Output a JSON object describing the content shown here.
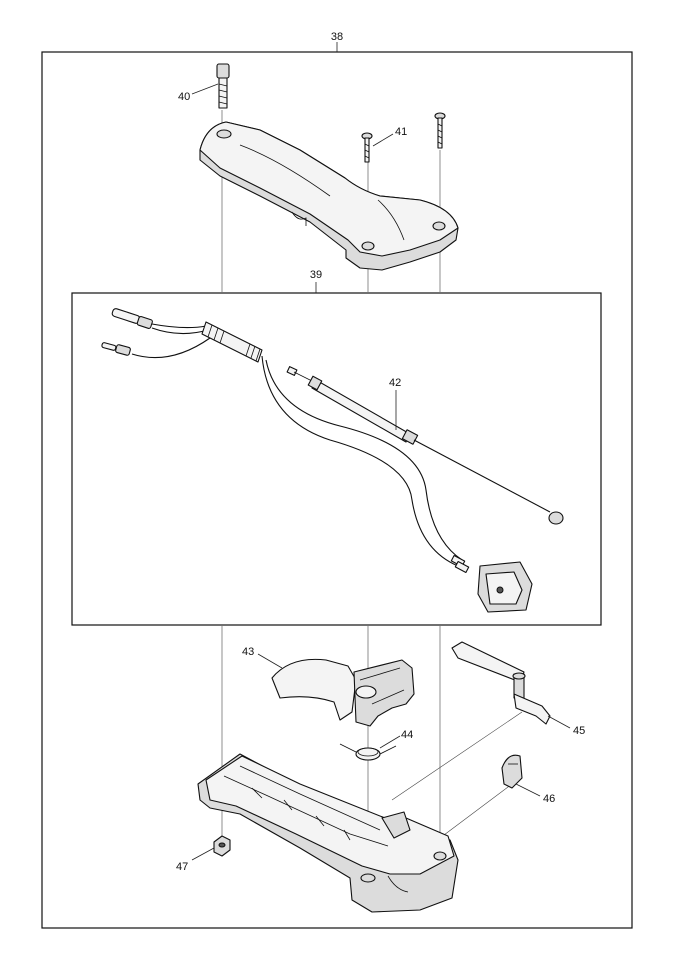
{
  "callouts": [
    {
      "id": "38",
      "text": "38"
    },
    {
      "id": "39",
      "text": "39"
    },
    {
      "id": "40",
      "text": "40"
    },
    {
      "id": "41",
      "text": "41"
    },
    {
      "id": "42",
      "text": "42"
    },
    {
      "id": "43",
      "text": "43"
    },
    {
      "id": "44",
      "text": "44"
    },
    {
      "id": "45",
      "text": "45"
    },
    {
      "id": "46",
      "text": "46"
    },
    {
      "id": "47",
      "text": "47"
    }
  ]
}
